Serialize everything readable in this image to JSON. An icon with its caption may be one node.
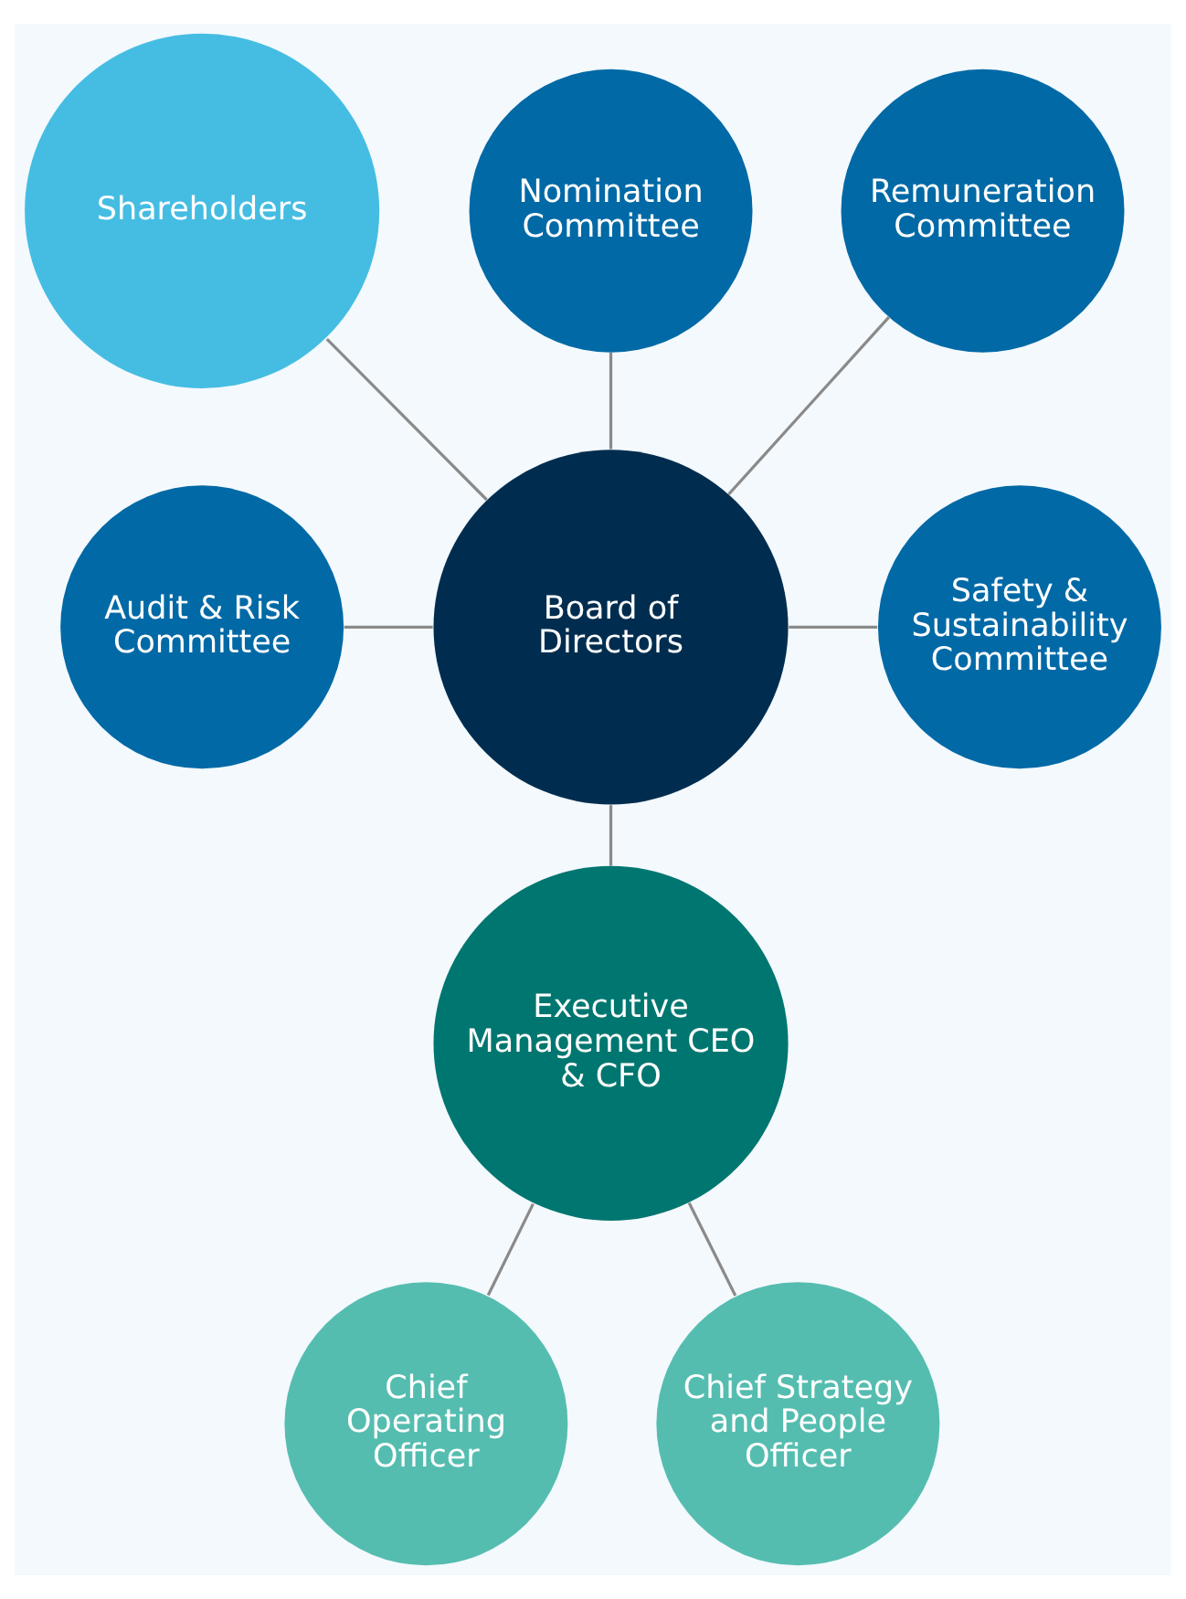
{
  "diagram": {
    "nodes": [
      {
        "text": [
          "Shareholders"
        ]
      },
      {
        "text": [
          "Nomination Committee"
        ]
      },
      {
        "text": [
          "Remuneration Committee"
        ]
      },
      {
        "text": [
          "Audit & Risk Committee"
        ]
      },
      {
        "text": [
          "Board of Directors"
        ]
      },
      {
        "text": [
          "Safety & Sustainability Committee"
        ]
      },
      {
        "text": [
          "Executive Management CEO & CFO"
        ]
      },
      {
        "text": [
          "Chief Operating Officer"
        ]
      },
      {
        "text": [
          "Chief Strategy and People Officer"
        ]
      }
    ],
    "edges": [
      {
        "from": 0,
        "to": 4,
        "arrow": "none"
      },
      {
        "from": 1,
        "to": 4,
        "arrow": "none"
      },
      {
        "from": 2,
        "to": 4,
        "arrow": "none"
      },
      {
        "from": 3,
        "to": 4,
        "arrow": "none"
      },
      {
        "from": 4,
        "to": 5,
        "arrow": "none"
      },
      {
        "from": 4,
        "to": 6,
        "arrow": "none"
      },
      {
        "from": 6,
        "to": 7,
        "arrow": "none"
      },
      {
        "from": 6,
        "to": 8,
        "arrow": "none"
      }
    ]
  }
}
